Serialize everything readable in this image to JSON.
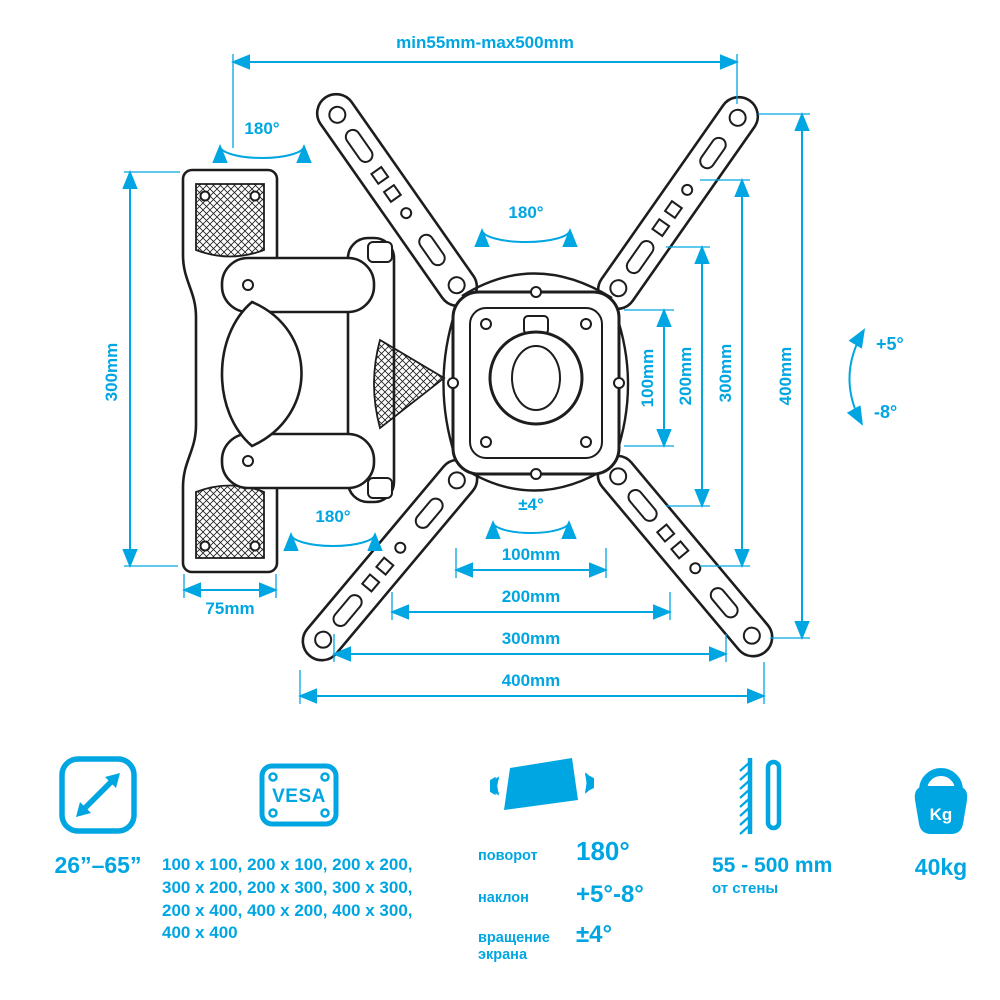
{
  "colors": {
    "accent": "#00A6E2",
    "line": "#1d1d1f"
  },
  "diagram": {
    "dims": {
      "top_width": "min55mm-max500mm",
      "left_height": "300mm",
      "plate_width": "75mm",
      "right": [
        "100mm",
        "200mm",
        "300mm",
        "400mm"
      ],
      "bottom": [
        "100mm",
        "200mm",
        "300mm",
        "400mm"
      ],
      "swivel_wall": "180°",
      "swivel_plate": "180°",
      "swivel_arm": "180°",
      "screen_rotation": "±4°",
      "tilt_up": "+5°",
      "tilt_down": "-8°"
    }
  },
  "specs": {
    "size_range": "26”–65”",
    "vesa_label": "VESA",
    "vesa_values": "100 x 100, 200 x 100, 200 x 200,\n300 x 200, 200 x 300, 300 x 300,\n200 x 400, 400 x 200, 400 x 300,\n400 x 400",
    "motion": [
      {
        "label": "поворот",
        "value": "180°"
      },
      {
        "label": "наклон",
        "value": "+5°-8°"
      },
      {
        "label": "вращение экрана",
        "value": "±4°"
      }
    ],
    "distance_value": "55 - 500 mm",
    "distance_sub": "от стены",
    "weight_value": "40kg",
    "weight_icon_label": "Kg"
  }
}
